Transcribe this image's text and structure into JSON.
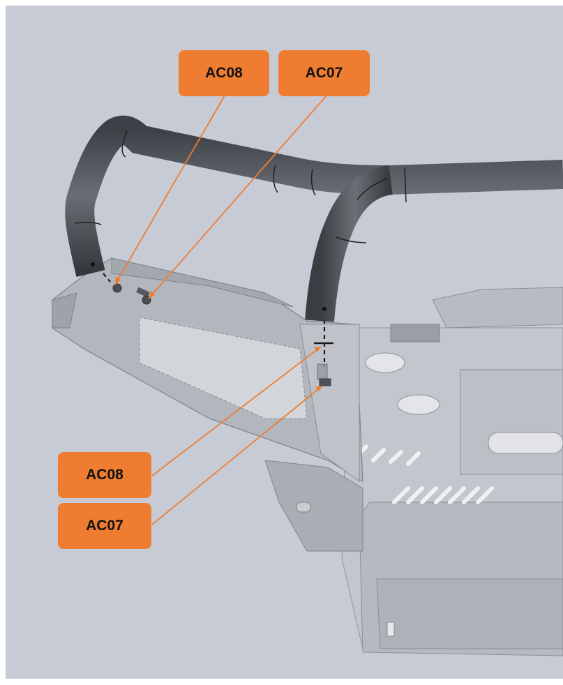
{
  "callouts": {
    "top_left": "AC08",
    "top_right": "AC07",
    "bottom_upper": "AC08",
    "bottom_lower": "AC07"
  },
  "colors": {
    "background": "#c6cbd5",
    "callout": "#ef7d31",
    "leader_line": "#ef7d31",
    "tube": "#56595f"
  }
}
